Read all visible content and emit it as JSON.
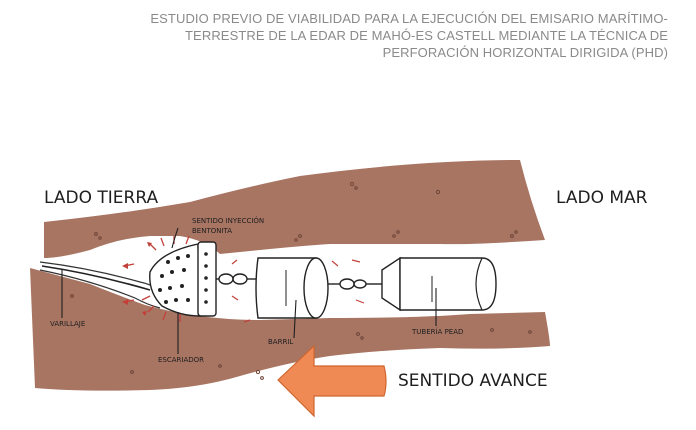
{
  "header": {
    "lines": [
      "ESTUDIO PREVIO DE VIABILIDAD PARA LA EJECUCIÓN DEL EMISARIO MARÍTIMO-",
      "TERRESTRE DE LA EDAR DE MAHÓ-ES CASTELL MEDIANTE LA TÉCNICA DE",
      "PERFORACIÓN HORIZONTAL DIRIGIDA (PHD)"
    ]
  },
  "diagram": {
    "labels": {
      "lado_tierra": "LADO TIERRA",
      "lado_mar": "LADO MAR",
      "sentido_inyeccion": "SENTIDO INYECCIÓN",
      "bentonita": "BENTONITA",
      "varillaje": "VARILLAJE",
      "escariador": "ESCARIADOR",
      "barril": "BARRIL",
      "tuberia": "TUBERÍA PEAD",
      "sentido_avance": "SENTIDO AVANCE"
    },
    "colors": {
      "soil": "#a87563",
      "arrow": "#f08a55",
      "injection": "#c2403a",
      "ink": "#1e1e1e"
    }
  }
}
